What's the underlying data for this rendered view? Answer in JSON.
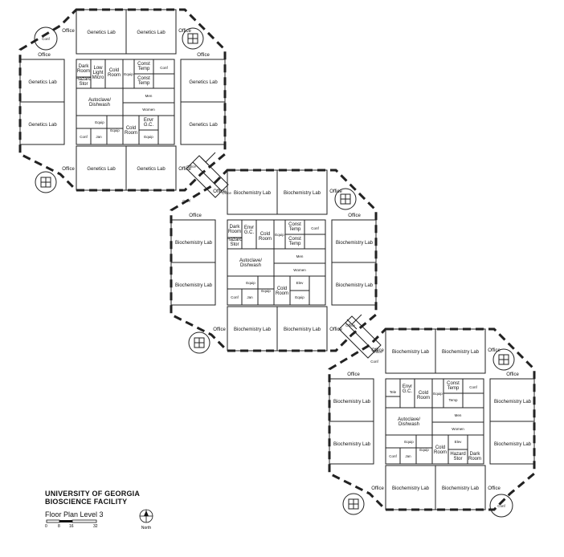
{
  "title": {
    "line1": "UNIVERSITY OF GEORGIA",
    "line2": "BIOSCIENCE FACILITY",
    "subtitle": "Floor Plan Level 3"
  },
  "scale_labels": [
    "0",
    "8",
    "16",
    "32"
  ],
  "north_label": "North",
  "labels": {
    "genetics_lab": "Genetics Lab",
    "biochemistry_lab": "Biochemistry Lab",
    "office": "Office",
    "conf": "Conf",
    "dark_room": "Dark Room",
    "hazard_stor": "Hazard Stor",
    "low_light_micro": "Low Light Micro",
    "cold_room": "Cold Room",
    "const_temp": "Const Temp",
    "equip": "Equip",
    "autoclave_dishwash": "Autoclave/ Dishwash",
    "men": "Men",
    "women": "Women",
    "jan": "Jan",
    "envr_gc": "Envr G.C.",
    "tele": "Tele",
    "temp": "Temp",
    "elev": "Elev"
  }
}
